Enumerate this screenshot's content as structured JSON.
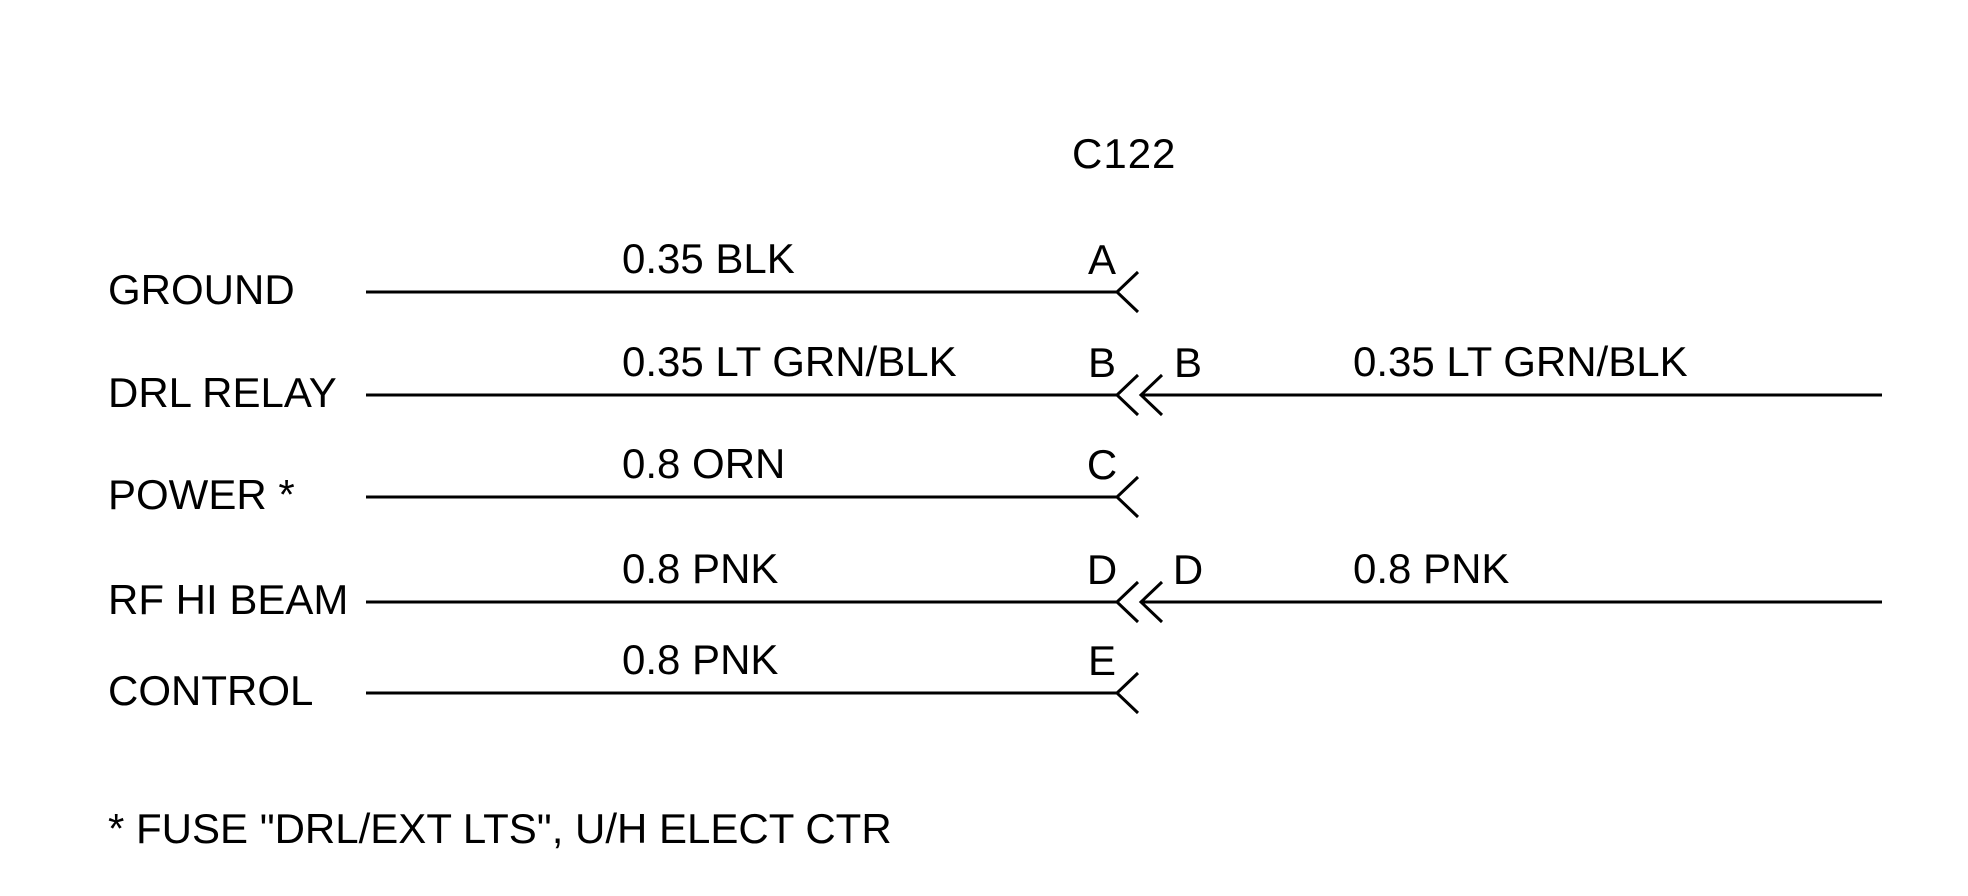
{
  "diagram": {
    "title": "C122",
    "rows": [
      {
        "signal": "GROUND",
        "wire": "0.35 BLK",
        "pin": "A"
      },
      {
        "signal": "DRL RELAY",
        "wire": "0.35 LT GRN/BLK",
        "pin": "B",
        "right_pin": "B",
        "right_wire": "0.35 LT GRN/BLK"
      },
      {
        "signal": "POWER *",
        "wire": "0.8 ORN",
        "pin": "C"
      },
      {
        "signal": "RF HI BEAM",
        "wire": "0.8 PNK",
        "pin": "D",
        "right_pin": "D",
        "right_wire": "0.8 PNK"
      },
      {
        "signal": "CONTROL",
        "wire": "0.8 PNK",
        "pin": "E"
      }
    ],
    "footnote": "* FUSE \"DRL/EXT LTS\", U/H ELECT CTR",
    "colors": {
      "ink": "#000000",
      "background": "#ffffff"
    }
  }
}
